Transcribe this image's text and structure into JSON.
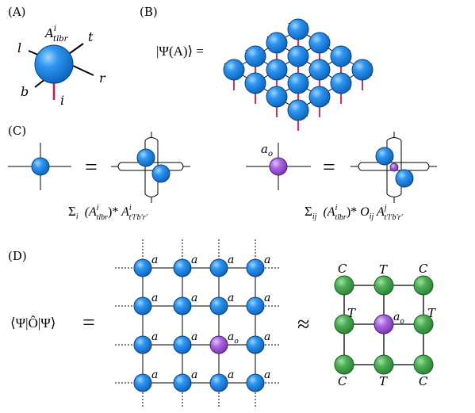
{
  "panels": {
    "A": {
      "label": "(A)",
      "tensor_label": "A",
      "tensor_super": "i",
      "tensor_sub": "tlbr",
      "legs": {
        "left": "l",
        "top": "t",
        "right": "r",
        "bottom": "b",
        "physical": "i"
      }
    },
    "B": {
      "label": "(B)",
      "state_label": "|Ψ(A)⟩ ="
    },
    "C": {
      "label": "(C)",
      "equals": "=",
      "operator_label": "a",
      "operator_sub": "o",
      "formula_left": {
        "sum": "Σ",
        "sum_sub": "i",
        "open": "(A",
        "super1": "i",
        "sub1": "tlbr",
        "close": ")*",
        "A2": " A",
        "super2": "i",
        "sub2": "t′l′b′r′"
      },
      "formula_right": {
        "sum": "Σ",
        "sum_sub": "ij",
        "open": "(A",
        "super1": "i",
        "sub1": "tlbr",
        "close": ")*",
        "O": " O",
        "O_sub": "ij",
        "A2": " A",
        "super2": "j",
        "sub2": "t′l′b′r′"
      }
    },
    "D": {
      "label": "(D)",
      "expectation": "⟨Ψ|Ô|Ψ⟩",
      "equals": "=",
      "approx": "≈",
      "site_label": "a",
      "operator_label": "a",
      "operator_sub": "o",
      "ctm": {
        "corner": "C",
        "edge": "T",
        "center": "a",
        "center_sub": "o"
      }
    }
  },
  "colors": {
    "tensor_blue": "#1b7fe0",
    "tensor_blue_light": "#7fc2ff",
    "operator_purple": "#9b59d0",
    "env_green": "#3fa04a",
    "physical_leg": "#d0184c",
    "line": "#000000"
  }
}
